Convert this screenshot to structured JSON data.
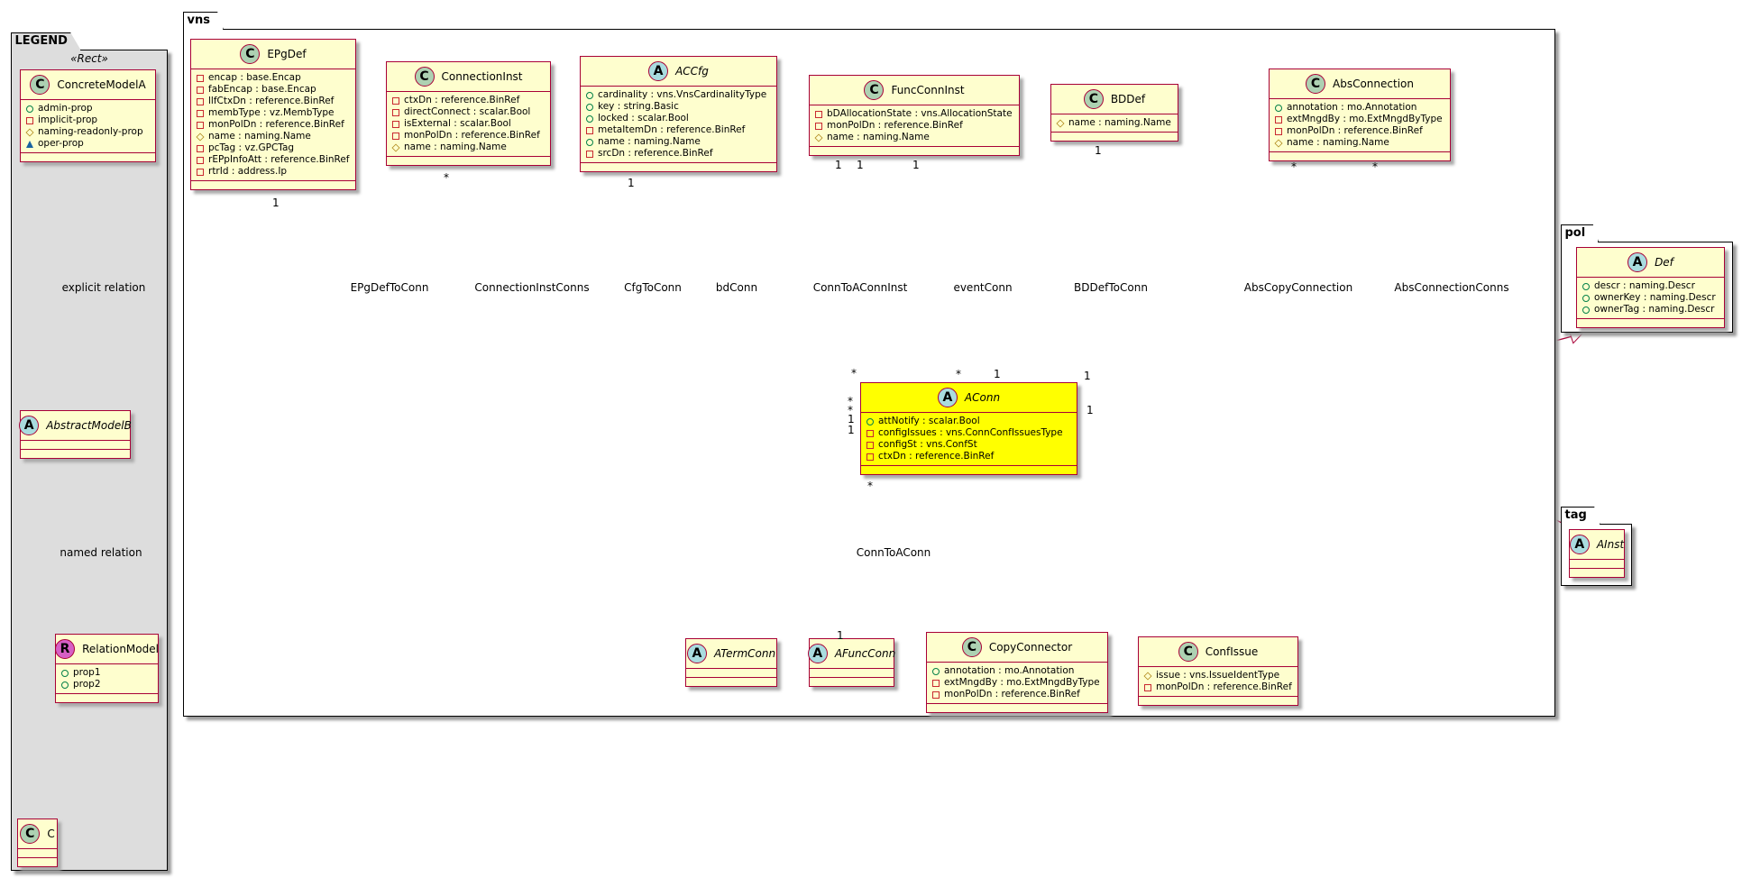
{
  "packages": {
    "legend": "LEGEND",
    "legend_stereotype": "«Rect»",
    "vns": "vns",
    "pol": "pol",
    "tag": "tag"
  },
  "classes": [
    {
      "id": "ConcreteModelA",
      "kind": "C",
      "abstract": false,
      "attrs": [
        [
          "pub",
          "admin-prop"
        ],
        [
          "priv",
          "implicit-prop"
        ],
        [
          "prot",
          "naming-readonly-prop"
        ],
        [
          "pkgv",
          "oper-prop"
        ]
      ]
    },
    {
      "id": "AbstractModelB",
      "kind": "A",
      "abstract": true,
      "attrs": []
    },
    {
      "id": "RelationModel",
      "kind": "R",
      "abstract": false,
      "attrs": [
        [
          "pub",
          "prop1"
        ],
        [
          "pub",
          "prop2"
        ]
      ]
    },
    {
      "id": "C",
      "kind": "C",
      "abstract": false,
      "attrs": []
    },
    {
      "id": "EPgDef",
      "kind": "C",
      "abstract": false,
      "attrs": [
        [
          "priv",
          "encap : base.Encap"
        ],
        [
          "priv",
          "fabEncap : base.Encap"
        ],
        [
          "priv",
          "llfCtxDn : reference.BinRef"
        ],
        [
          "priv",
          "membType : vz.MembType"
        ],
        [
          "priv",
          "monPolDn : reference.BinRef"
        ],
        [
          "prot",
          "name : naming.Name"
        ],
        [
          "priv",
          "pcTag : vz.GPCTag"
        ],
        [
          "priv",
          "rEPpInfoAtt : reference.BinRef"
        ],
        [
          "priv",
          "rtrId : address.Ip"
        ]
      ]
    },
    {
      "id": "ConnectionInst",
      "kind": "C",
      "abstract": false,
      "attrs": [
        [
          "priv",
          "ctxDn : reference.BinRef"
        ],
        [
          "priv",
          "directConnect : scalar.Bool"
        ],
        [
          "priv",
          "isExternal : scalar.Bool"
        ],
        [
          "priv",
          "monPolDn : reference.BinRef"
        ],
        [
          "prot",
          "name : naming.Name"
        ]
      ]
    },
    {
      "id": "ACCfg",
      "kind": "A",
      "abstract": true,
      "attrs": [
        [
          "pub",
          "cardinality : vns.VnsCardinalityType"
        ],
        [
          "pub",
          "key : string.Basic"
        ],
        [
          "pub",
          "locked : scalar.Bool"
        ],
        [
          "priv",
          "metaItemDn : reference.BinRef"
        ],
        [
          "pub",
          "name : naming.Name"
        ],
        [
          "priv",
          "srcDn : reference.BinRef"
        ]
      ]
    },
    {
      "id": "FuncConnInst",
      "kind": "C",
      "abstract": false,
      "attrs": [
        [
          "priv",
          "bDAllocationState : vns.AllocationState"
        ],
        [
          "priv",
          "monPolDn : reference.BinRef"
        ],
        [
          "prot",
          "name : naming.Name"
        ]
      ]
    },
    {
      "id": "BDDef",
      "kind": "C",
      "abstract": false,
      "attrs": [
        [
          "prot",
          "name : naming.Name"
        ]
      ]
    },
    {
      "id": "AbsConnection",
      "kind": "C",
      "abstract": false,
      "attrs": [
        [
          "pub",
          "annotation : mo.Annotation"
        ],
        [
          "priv",
          "extMngdBy : mo.ExtMngdByType"
        ],
        [
          "priv",
          "monPolDn : reference.BinRef"
        ],
        [
          "prot",
          "name : naming.Name"
        ]
      ]
    },
    {
      "id": "AConn",
      "kind": "A",
      "abstract": true,
      "highlight": true,
      "attrs": [
        [
          "pub",
          "attNotify : scalar.Bool"
        ],
        [
          "priv",
          "configIssues : vns.ConnConfIssuesType"
        ],
        [
          "priv",
          "configSt : vns.ConfSt"
        ],
        [
          "priv",
          "ctxDn : reference.BinRef"
        ]
      ]
    },
    {
      "id": "ATermConn",
      "kind": "A",
      "abstract": true,
      "attrs": []
    },
    {
      "id": "AFuncConn",
      "kind": "A",
      "abstract": true,
      "attrs": []
    },
    {
      "id": "CopyConnector",
      "kind": "C",
      "abstract": false,
      "attrs": [
        [
          "pub",
          "annotation : mo.Annotation"
        ],
        [
          "priv",
          "extMngdBy : mo.ExtMngdByType"
        ],
        [
          "priv",
          "monPolDn : reference.BinRef"
        ]
      ]
    },
    {
      "id": "ConfIssue",
      "kind": "C",
      "abstract": false,
      "attrs": [
        [
          "prot",
          "issue : vns.IssueIdentType"
        ],
        [
          "priv",
          "monPolDn : reference.BinRef"
        ]
      ]
    },
    {
      "id": "Def",
      "kind": "A",
      "abstract": true,
      "attrs": [
        [
          "pub",
          "descr : naming.Descr"
        ],
        [
          "pub",
          "ownerKey : naming.Descr"
        ],
        [
          "pub",
          "ownerTag : naming.Descr"
        ]
      ]
    },
    {
      "id": "AInst",
      "kind": "A",
      "abstract": true,
      "attrs": []
    }
  ],
  "relations": [
    {
      "id": "explicit",
      "label": "explicit relation",
      "src_mult": "",
      "dst_mult": ""
    },
    {
      "id": "named",
      "label": "named relation",
      "src_mult": "",
      "dst_mult": ""
    },
    {
      "id": "EPgDefToConn",
      "label": "EPgDefToConn",
      "src_mult": "1",
      "dst_mult": "1"
    },
    {
      "id": "ConnectionInstConns",
      "label": "ConnectionInstConns",
      "src_mult": "*",
      "dst_mult": "1"
    },
    {
      "id": "CfgToConn",
      "label": "CfgToConn",
      "src_mult": "1",
      "dst_mult": "*"
    },
    {
      "id": "bdConn",
      "label": "bdConn",
      "src_mult": "1",
      "dst_mult": "*"
    },
    {
      "id": "ConnToAConnInst",
      "label": "ConnToAConnInst",
      "src_mult": "1",
      "dst_mult": "*"
    },
    {
      "id": "eventConn",
      "label": "eventConn",
      "src_mult": "1",
      "dst_mult": "*"
    },
    {
      "id": "BDDefToConn",
      "label": "BDDefToConn",
      "src_mult": "1",
      "dst_mult": "1"
    },
    {
      "id": "AbsCopyConnection",
      "label": "AbsCopyConnection",
      "src_mult": "*",
      "dst_mult": "1"
    },
    {
      "id": "AbsConnectionConns",
      "label": "AbsConnectionConns",
      "src_mult": "*",
      "dst_mult": "1"
    },
    {
      "id": "ConnToAConn",
      "label": "ConnToAConn",
      "src_mult": "1",
      "dst_mult": "*"
    }
  ],
  "colors": {
    "edge": "#a80036",
    "class_bg": "#fefece",
    "highlight": "#ffff00",
    "legend_bg": "#dddddd"
  }
}
